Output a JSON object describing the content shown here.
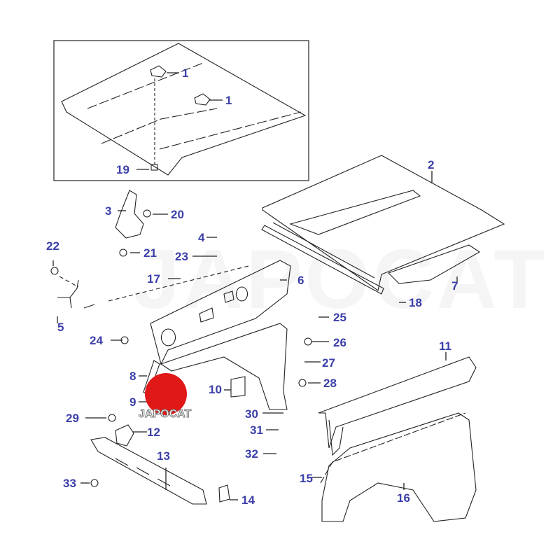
{
  "diagram": {
    "title": "Hood, Cowl Panel and Front Fender Parts Diagram",
    "watermark": "JAPOCAT",
    "logo_text": "JAPOCAT",
    "label_color": "#3b3fa8",
    "logo_color": "#e01818",
    "inset_box": {
      "content": "Hood underside with insulator",
      "labels": [
        "1",
        "1",
        "19"
      ]
    },
    "parts": [
      {
        "id": "1",
        "name": "hood-hinge-bracket"
      },
      {
        "id": "2",
        "name": "hood-panel"
      },
      {
        "id": "3",
        "name": "hood-hinge"
      },
      {
        "id": "4",
        "name": "hood-seal"
      },
      {
        "id": "5",
        "name": "hood-support-rod"
      },
      {
        "id": "6",
        "name": "cowl-side-bracket"
      },
      {
        "id": "7",
        "name": "hood-insulator"
      },
      {
        "id": "8",
        "name": "apron-brace"
      },
      {
        "id": "9",
        "name": "apron-brace-lower"
      },
      {
        "id": "10",
        "name": "apron-patch"
      },
      {
        "id": "11",
        "name": "front-fender-upper"
      },
      {
        "id": "12",
        "name": "radiator-support-bracket"
      },
      {
        "id": "13",
        "name": "front-crossmember"
      },
      {
        "id": "14",
        "name": "crossmember-bracket"
      },
      {
        "id": "15",
        "name": "fender-seal"
      },
      {
        "id": "16",
        "name": "front-fender"
      },
      {
        "id": "17",
        "name": "cowl-clip"
      },
      {
        "id": "18",
        "name": "hood-clip"
      },
      {
        "id": "19",
        "name": "insulator-retainer"
      },
      {
        "id": "20",
        "name": "bolt"
      },
      {
        "id": "21",
        "name": "bolt"
      },
      {
        "id": "22",
        "name": "bolt"
      },
      {
        "id": "23",
        "name": "grommet"
      },
      {
        "id": "24",
        "name": "bolt"
      },
      {
        "id": "25",
        "name": "nut-clip"
      },
      {
        "id": "26",
        "name": "bolt"
      },
      {
        "id": "27",
        "name": "nut-clip"
      },
      {
        "id": "28",
        "name": "bolt"
      },
      {
        "id": "29",
        "name": "bolt"
      },
      {
        "id": "30",
        "name": "screw"
      },
      {
        "id": "31",
        "name": "bumper-stop"
      },
      {
        "id": "32",
        "name": "nut"
      },
      {
        "id": "33",
        "name": "bolt"
      }
    ],
    "callouts": [
      {
        "text": "1"
      },
      {
        "text": "1"
      },
      {
        "text": "19"
      },
      {
        "text": "2"
      },
      {
        "text": "3"
      },
      {
        "text": "20"
      },
      {
        "text": "4"
      },
      {
        "text": "22"
      },
      {
        "text": "21"
      },
      {
        "text": "23"
      },
      {
        "text": "17"
      },
      {
        "text": "6"
      },
      {
        "text": "7"
      },
      {
        "text": "18"
      },
      {
        "text": "5"
      },
      {
        "text": "25"
      },
      {
        "text": "24"
      },
      {
        "text": "26"
      },
      {
        "text": "11"
      },
      {
        "text": "8"
      },
      {
        "text": "27"
      },
      {
        "text": "10"
      },
      {
        "text": "28"
      },
      {
        "text": "9"
      },
      {
        "text": "30"
      },
      {
        "text": "29"
      },
      {
        "text": "31"
      },
      {
        "text": "12"
      },
      {
        "text": "32"
      },
      {
        "text": "13"
      },
      {
        "text": "15"
      },
      {
        "text": "33"
      },
      {
        "text": "16"
      },
      {
        "text": "14"
      }
    ]
  }
}
